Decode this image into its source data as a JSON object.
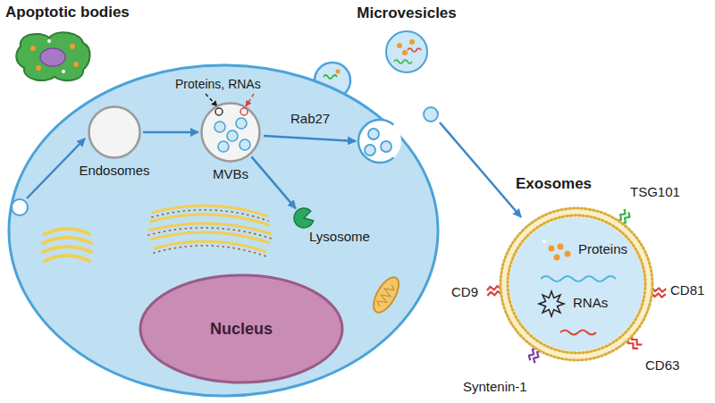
{
  "diagram": {
    "nodes": [
      {
        "text": [
          "Apoptotic bodies"
        ]
      },
      {
        "text": [
          "Microvesicles"
        ]
      },
      {
        "text": [
          "Endosomes"
        ]
      },
      {
        "text": [
          "MVBs"
        ]
      },
      {
        "text": [
          "Lysosome"
        ]
      },
      {
        "text": [
          "Nucleus"
        ]
      },
      {
        "text": [
          "Exosomes",
          "Proteins",
          "RNAs"
        ]
      }
    ],
    "edges": [
      {
        "from": 2,
        "to": 3,
        "arrow": "to"
      },
      {
        "from": 3,
        "to": 4,
        "arrow": "to"
      }
    ],
    "labels": [
      "Proteins, RNAs",
      "Rab27",
      "TSG101",
      "CD81",
      "CD63",
      "Syntenin-1",
      "CD9"
    ]
  }
}
